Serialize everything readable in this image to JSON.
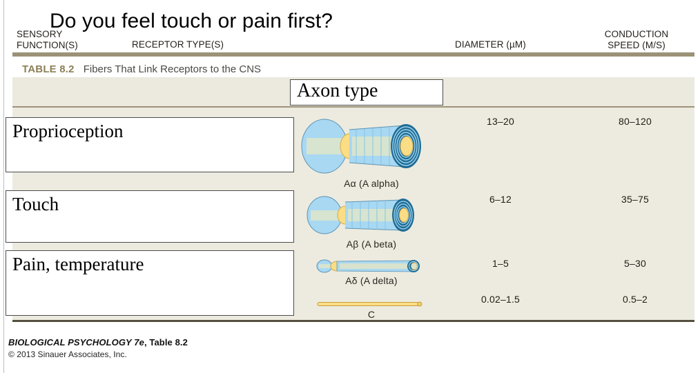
{
  "slide": {
    "title": "Do you feel touch or pain first?"
  },
  "table": {
    "number_label": "TABLE 8.2",
    "caption": "Fibers That Link Receptors to the CNS",
    "headers": {
      "sensory_function_line1": "SENSORY",
      "sensory_function_line2": "FUNCTION(S)",
      "receptor_type": "RECEPTOR TYPE(S)",
      "axon_type_overlay": "Axon type",
      "diameter": "DIAMETER (µM)",
      "conduction_line1": "CONDUCTION",
      "conduction_line2": "SPEED (M/S)"
    },
    "rows": [
      {
        "sensory_function": "Proprioception",
        "axon_label": "Aα (A alpha)",
        "diameter": "13–20",
        "speed": "80–120"
      },
      {
        "sensory_function": "Touch",
        "axon_label": "Aβ (A beta)",
        "diameter": "6–12",
        "speed": "35–75"
      },
      {
        "sensory_function": "Pain, temperature",
        "axon_label": "Aδ (A delta)",
        "diameter": "1–5",
        "speed": "5–30"
      },
      {
        "sensory_function": "",
        "axon_label": "C",
        "diameter": "0.02–1.5",
        "speed": "0.5–2"
      }
    ]
  },
  "footer": {
    "book_title": "BIOLOGICAL PSYCHOLOGY 7e",
    "table_ref": ", Table 8.2",
    "copyright": "© 2013 Sinauer Associates, Inc."
  },
  "colors": {
    "rule_tan": "#9b9278",
    "rule_dark": "#54503f",
    "table_header_bg": "#eceade",
    "table_body_bg": "#edebdf",
    "caption_number": "#8c8056",
    "axon_myelin": "#9ed3ef",
    "axon_core": "#f7d87e",
    "axon_cytoplasm": "#d5e3cf",
    "axon_ring_dark": "#1b6d95"
  }
}
